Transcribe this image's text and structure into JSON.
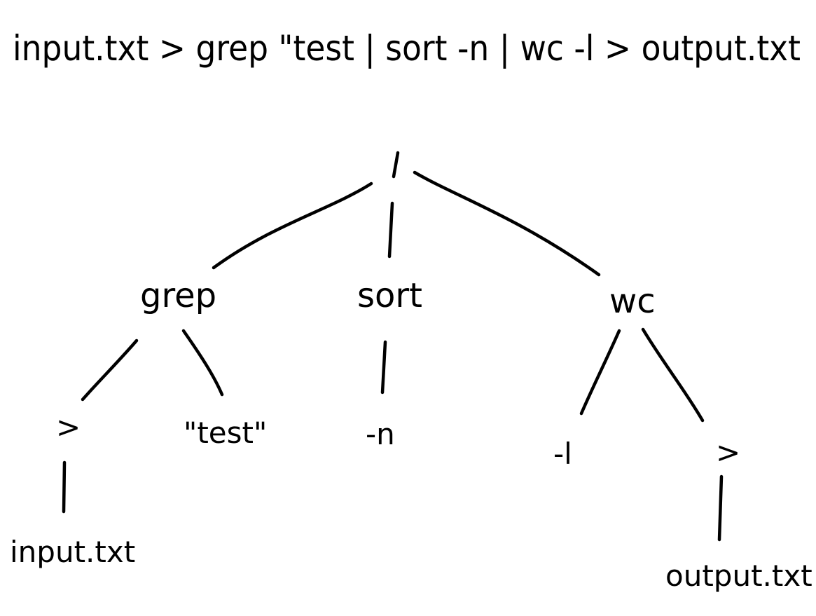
{
  "command": "input.txt > grep \"test | sort -n  | wc -l > output.txt",
  "tree": {
    "root": "|",
    "grep": "grep",
    "sort": "sort",
    "wc": "wc",
    "redirect_in": ">",
    "test": "\"test\"",
    "sort_flag": "-n",
    "wc_flag": "-l",
    "redirect_out": ">",
    "input_file": "input.txt",
    "output_file": "output.txt"
  },
  "colors": {
    "ink": "#000000",
    "paper": "#ffffff"
  }
}
